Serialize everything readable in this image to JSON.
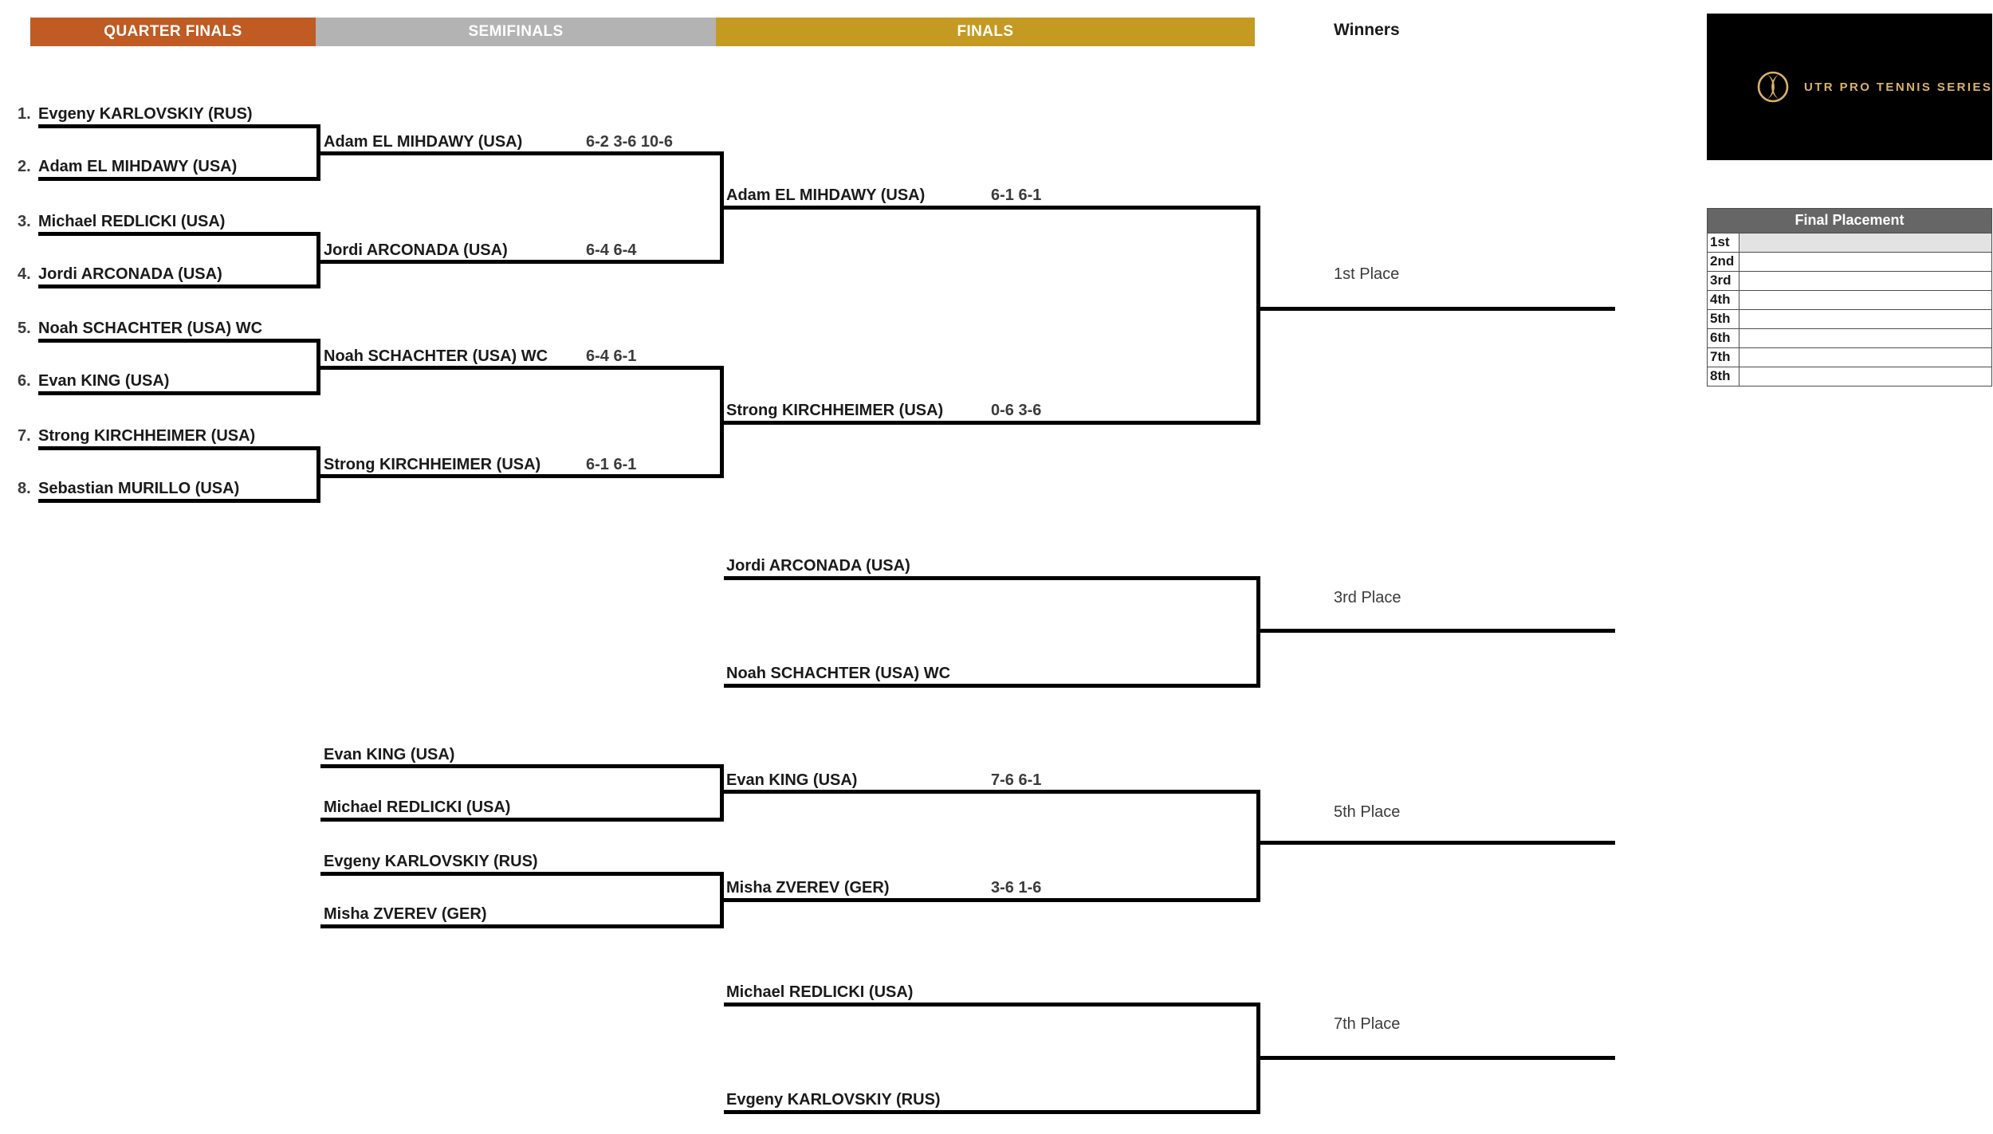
{
  "rounds": [
    {
      "label": "QUARTER FINALS",
      "color": "#c05b23"
    },
    {
      "label": "SEMIFINALS",
      "color": "#b3b3b3"
    },
    {
      "label": "FINALS",
      "color": "#c49a22"
    }
  ],
  "winners_header": "Winners",
  "quarter_finals": [
    {
      "seed": "1.",
      "player": "Evgeny KARLOVSKIY (RUS)"
    },
    {
      "seed": "2.",
      "player": "Adam EL MIHDAWY (USA)"
    },
    {
      "seed": "3.",
      "player": "Michael REDLICKI (USA)"
    },
    {
      "seed": "4.",
      "player": "Jordi ARCONADA (USA)"
    },
    {
      "seed": "5.",
      "player": "Noah SCHACHTER (USA) WC"
    },
    {
      "seed": "6.",
      "player": "Evan KING (USA)"
    },
    {
      "seed": "7.",
      "player": "Strong KIRCHHEIMER (USA)"
    },
    {
      "seed": "8.",
      "player": "Sebastian MURILLO (USA)"
    }
  ],
  "semifinals": [
    {
      "player": "Adam EL MIHDAWY (USA)",
      "score": "6-2 3-6 10-6"
    },
    {
      "player": "Jordi ARCONADA (USA)",
      "score": "6-4 6-4"
    },
    {
      "player": "Noah SCHACHTER (USA) WC",
      "score": "6-4 6-1"
    },
    {
      "player": "Strong KIRCHHEIMER (USA)",
      "score": "6-1 6-1"
    }
  ],
  "finals": [
    {
      "player": "Adam EL MIHDAWY (USA)",
      "score": "6-1 6-1"
    },
    {
      "player": "Strong KIRCHHEIMER (USA)",
      "score": "0-6 3-6"
    }
  ],
  "third_place_match": [
    {
      "player": "Jordi ARCONADA (USA)",
      "score": ""
    },
    {
      "player": "Noah SCHACHTER (USA) WC",
      "score": ""
    }
  ],
  "fifth_place_semis": [
    {
      "player": "Evan KING (USA)"
    },
    {
      "player": "Michael REDLICKI (USA)"
    },
    {
      "player": "Evgeny KARLOVSKIY (RUS)"
    },
    {
      "player": "Misha ZVEREV (GER)"
    }
  ],
  "fifth_place_final": [
    {
      "player": "Evan KING (USA)",
      "score": "7-6 6-1"
    },
    {
      "player": "Misha ZVEREV (GER)",
      "score": "3-6 1-6"
    }
  ],
  "seventh_place_match": [
    {
      "player": "Michael REDLICKI (USA)",
      "score": ""
    },
    {
      "player": "Evgeny KARLOVSKIY (RUS)",
      "score": ""
    }
  ],
  "place_labels": {
    "first": "1st Place",
    "third": "3rd Place",
    "fifth": "5th Place",
    "seventh": "7th Place"
  },
  "logo": {
    "icon": "tennis-ball-icon",
    "text": "UTR PRO TENNIS SERIES",
    "background": "#000000",
    "accent": "#d9b26a"
  },
  "placement_table": {
    "title": "Final Placement",
    "rows": [
      {
        "rank": "1st",
        "player": ""
      },
      {
        "rank": "2nd",
        "player": ""
      },
      {
        "rank": "3rd",
        "player": ""
      },
      {
        "rank": "4th",
        "player": ""
      },
      {
        "rank": "5th",
        "player": ""
      },
      {
        "rank": "6th",
        "player": ""
      },
      {
        "rank": "7th",
        "player": ""
      },
      {
        "rank": "8th",
        "player": ""
      }
    ]
  }
}
